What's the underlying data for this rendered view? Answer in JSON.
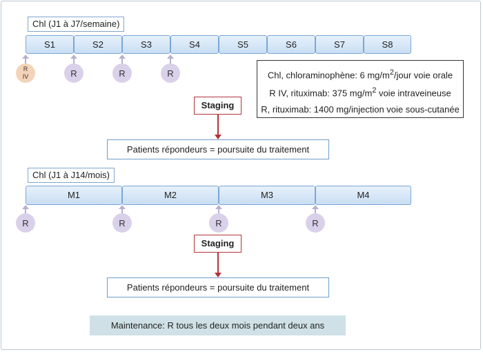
{
  "phase1": {
    "schedule_label": "Chl (J1 à J7/semaine)",
    "segments": [
      "S1",
      "S2",
      "S3",
      "S4",
      "S5",
      "S6",
      "S7",
      "S8"
    ],
    "markers": [
      {
        "line1": "R",
        "line2": "IV",
        "kind": "riv"
      },
      {
        "line1": "R",
        "line2": "",
        "kind": "r"
      },
      {
        "line1": "R",
        "line2": "",
        "kind": "r"
      },
      {
        "line1": "R",
        "line2": "",
        "kind": "r"
      }
    ],
    "staging": "Staging",
    "outcome": "Patients répondeurs = poursuite du traitement"
  },
  "legend": {
    "line1_prefix": "Chl, chloraminophène: 6 mg/m",
    "line1_sup": "2",
    "line1_suffix": "/jour voie orale",
    "line2_prefix": "R IV, rituximab: 375 mg/m",
    "line2_sup": "2",
    "line2_suffix": " voie intraveineuse",
    "line3": "R, rituximab: 1400 mg/injection voie sous-cutanée"
  },
  "phase2": {
    "schedule_label": "Chl (J1 à J14/mois)",
    "segments": [
      "M1",
      "M2",
      "M3",
      "M4"
    ],
    "markers": [
      "R",
      "R",
      "R",
      "R"
    ],
    "staging": "Staging",
    "outcome": "Patients répondeurs = poursuite du traitement"
  },
  "maintenance": "Maintenance: R tous les deux mois pendant deux ans",
  "colors": {
    "segment_border": "#7aa7d6",
    "marker_r": "#d9d1ea",
    "marker_riv": "#f4d4b8",
    "staging_red": "#b3323a",
    "maintenance_bg": "#cfe1e6"
  }
}
